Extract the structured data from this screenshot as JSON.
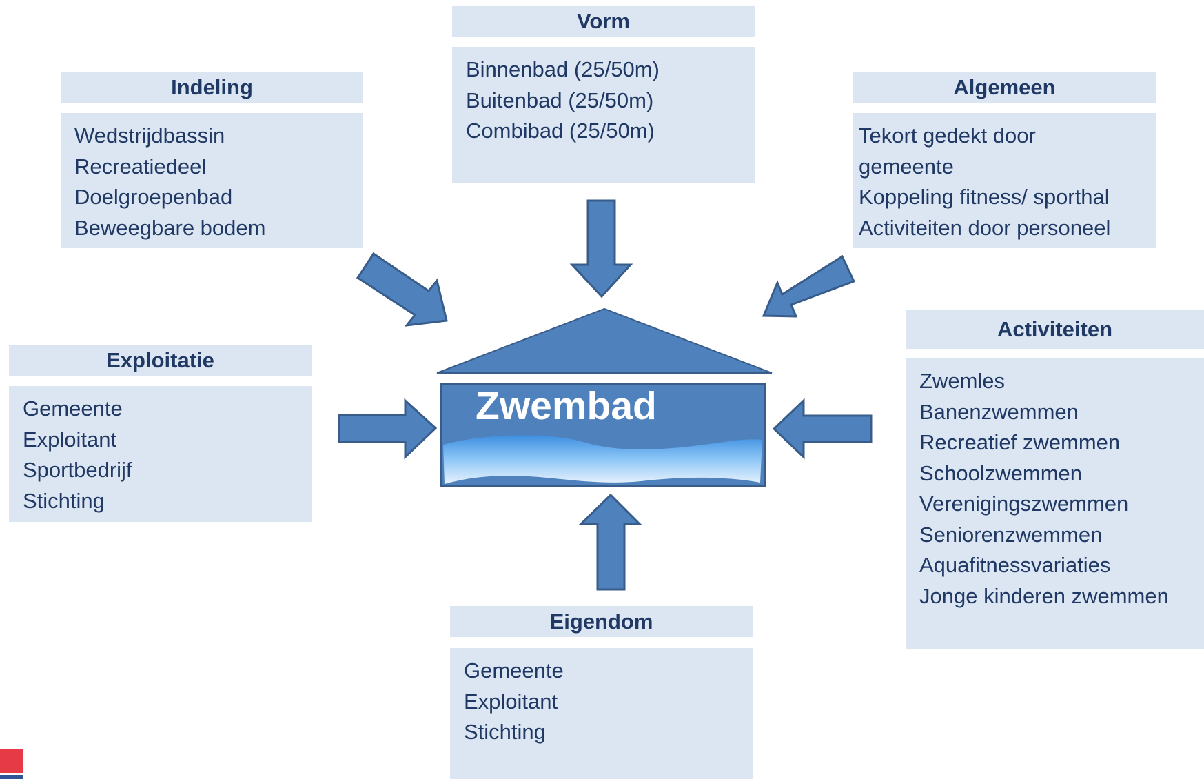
{
  "center": {
    "label": "Zwembad"
  },
  "boxes": {
    "vorm": {
      "title": "Vorm",
      "items": [
        "Binnenbad (25/50m)",
        "Buitenbad (25/50m)",
        "Combibad (25/50m)"
      ]
    },
    "indeling": {
      "title": "Indeling",
      "items": [
        "Wedstrijdbassin",
        "Recreatiedeel",
        "Doelgroepenbad",
        "Beweegbare bodem"
      ]
    },
    "algemeen": {
      "title": "Algemeen",
      "items": [
        "Tekort gedekt door",
        "gemeente",
        "Koppeling fitness/ sporthal",
        "Activiteiten door personeel"
      ]
    },
    "exploitatie": {
      "title": "Exploitatie",
      "items": [
        "Gemeente",
        "Exploitant",
        "Sportbedrijf",
        "Stichting"
      ]
    },
    "activiteiten": {
      "title": "Activiteiten",
      "items": [
        "Zwemles",
        "Banenzwemmen",
        "Recreatief zwemmen",
        "Schoolzwemmen",
        "Verenigingszwemmen",
        "Seniorenzwemmen",
        "Aquafitnessvariaties",
        "Jonge kinderen zwemmen"
      ]
    },
    "eigendom": {
      "title": "Eigendom",
      "items": [
        "Gemeente",
        "Exploitant",
        "Stichting"
      ]
    }
  },
  "colors": {
    "box_fill": "#dce6f2",
    "text": "#1f3864",
    "arrow_fill": "#4f81bd",
    "arrow_stroke": "#385d8a",
    "logo_red": "#e63b47",
    "logo_blue": "#2f5597"
  }
}
